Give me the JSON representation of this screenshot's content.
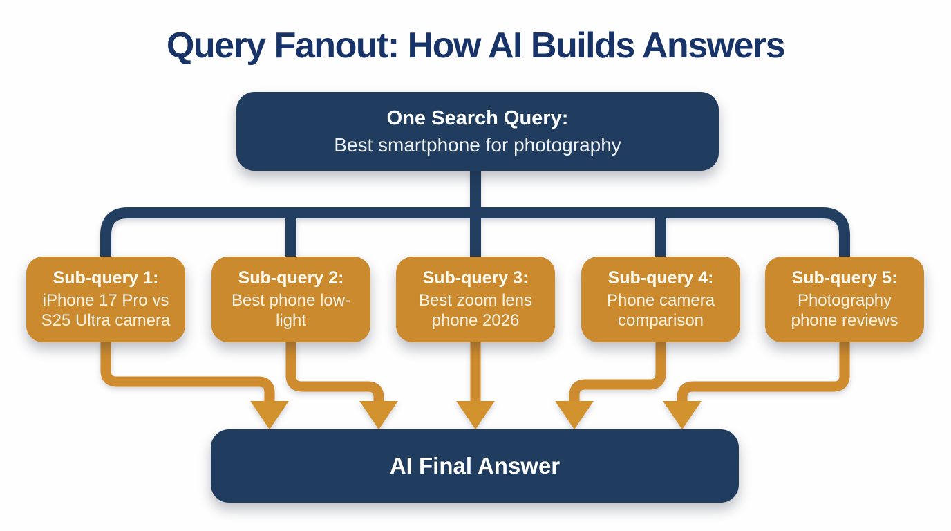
{
  "title": "Query Fanout: How AI Builds Answers",
  "main_query": {
    "label": "One Search Query:",
    "text": "Best smartphone for photography"
  },
  "sub_queries": [
    {
      "label": "Sub-query 1:",
      "text": "iPhone 17 Pro vs S25 Ultra camera"
    },
    {
      "label": "Sub-query 2:",
      "text": "Best phone low-light"
    },
    {
      "label": "Sub-query 3:",
      "text": "Best zoom lens phone 2026"
    },
    {
      "label": "Sub-query 4:",
      "text": "Phone camera comparison"
    },
    {
      "label": "Sub-query 5:",
      "text": "Photography phone reviews"
    }
  ],
  "final_answer": {
    "label": "AI Final Answer"
  },
  "colors": {
    "title_navy": "#183367",
    "node_navy": "#203c5e",
    "connector_navy": "#223e60",
    "node_orange": "#cc8a2f",
    "connector_orange": "#cf8c2e",
    "cream_text": "#f8f2e2",
    "background": "#fefefe"
  },
  "icons": {
    "arrowheads": "down-arrow-icon"
  }
}
